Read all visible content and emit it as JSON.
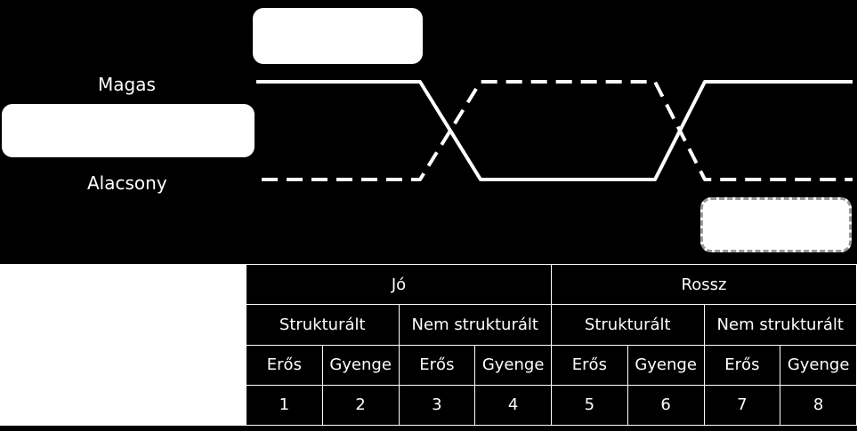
{
  "waveform": {
    "label_high": "Magas",
    "label_low": "Alacsony"
  },
  "table": {
    "row1": [
      "Jó",
      "Rossz"
    ],
    "row2": [
      "Strukturált",
      "Nem strukturált",
      "Strukturált",
      "Nem strukturált"
    ],
    "row3": [
      "Erős",
      "Gyenge",
      "Erős",
      "Gyenge",
      "Erős",
      "Gyenge",
      "Erős",
      "Gyenge"
    ],
    "row4": [
      "1",
      "2",
      "3",
      "4",
      "5",
      "6",
      "7",
      "8"
    ]
  }
}
